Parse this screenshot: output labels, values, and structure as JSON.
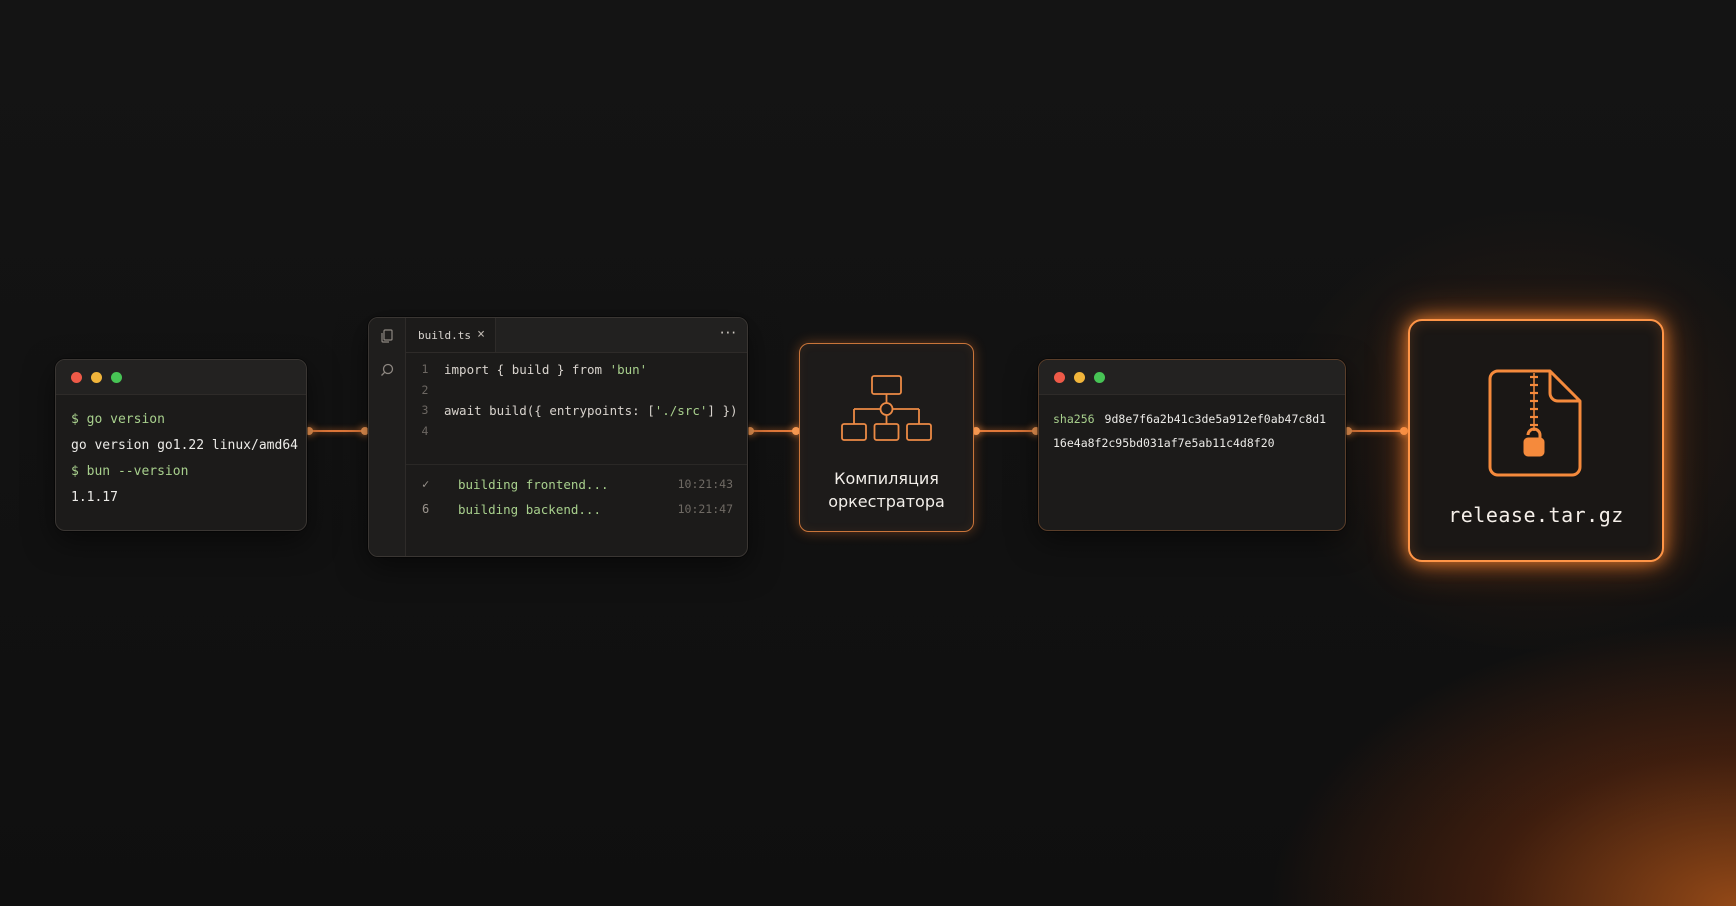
{
  "terminal_go": {
    "lines": [
      {
        "type": "cmd",
        "text": "$ go version"
      },
      {
        "type": "out",
        "text": "go version go1.22 linux/amd64"
      },
      {
        "type": "cmd",
        "text": "$ bun --version"
      },
      {
        "type": "out",
        "text": "1.1.17"
      }
    ]
  },
  "editor": {
    "tab_label": "build.ts",
    "tab_close": "×",
    "more_menu": "···",
    "code": [
      {
        "ln": "1",
        "text": "import { build } from 'bun'"
      },
      {
        "ln": "2",
        "text": ""
      },
      {
        "ln": "3",
        "text": "await build({ entrypoints: ['./src'] })"
      },
      {
        "ln": "4",
        "text": ""
      }
    ],
    "logs": [
      {
        "mark": "✓",
        "text": "building frontend...",
        "time": "10:21:43"
      },
      {
        "mark": "6",
        "text": "building backend...",
        "time": "10:21:47"
      }
    ]
  },
  "orchestrator": {
    "label_line1": "Компиляция",
    "label_line2": "оркестратора",
    "icon": "hierarchy-diagram-icon"
  },
  "hash_terminal": {
    "tag": "sha256",
    "line1": "9d8e7f6a2b41c3de5a912ef0ab47c8d1",
    "line2": "16e4a8f2c95bd031af7e5ab11c4d8f20"
  },
  "release": {
    "label": "release.tar.gz",
    "icon": "zip-file-icon"
  },
  "colors": {
    "accent": "#ff9547",
    "wire": "#e0783a",
    "code_green": "#a8d08d",
    "background": "#121212"
  }
}
